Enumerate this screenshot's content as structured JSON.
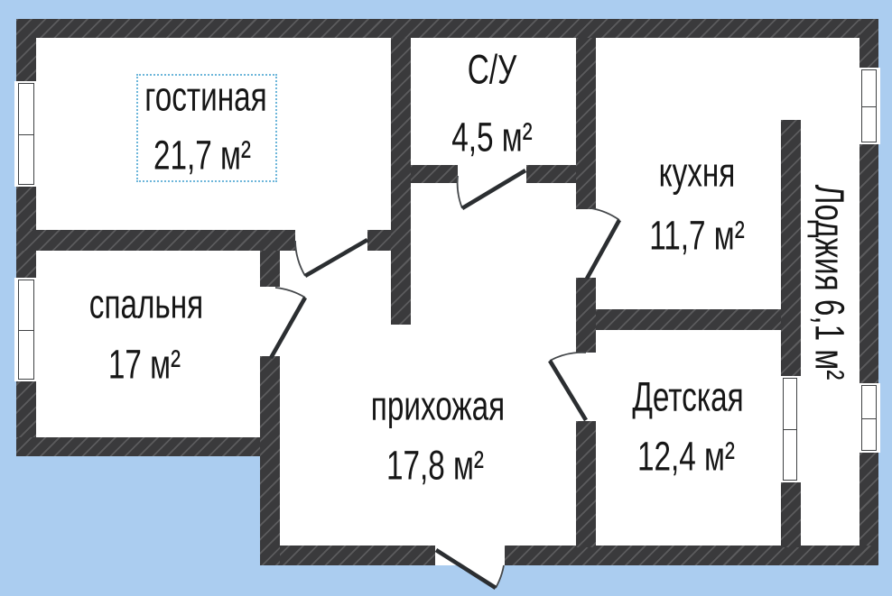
{
  "plan_title": "apartment floor plan",
  "colors": {
    "background": "#abcdf0",
    "wall": "#3a3a3c",
    "wall_hatch": "rgba(255,255,255,0.17)",
    "text": "#161616",
    "selection_border": "#6db6da"
  },
  "rooms": {
    "living": {
      "name": "гостиная",
      "area": "21,7 м²",
      "selected": true
    },
    "bathroom": {
      "name": "С/У",
      "area": "4,5 м²"
    },
    "kitchen": {
      "name": "кухня",
      "area": "11,7 м²"
    },
    "bedroom": {
      "name": "спальня",
      "area": "17 м²"
    },
    "hallway": {
      "name": "прихожая",
      "area": "17,8 м²"
    },
    "kids": {
      "name": "Детская",
      "area": "12,4 м²"
    },
    "loggia": {
      "label": "Лоджия 6,1 м²"
    }
  }
}
